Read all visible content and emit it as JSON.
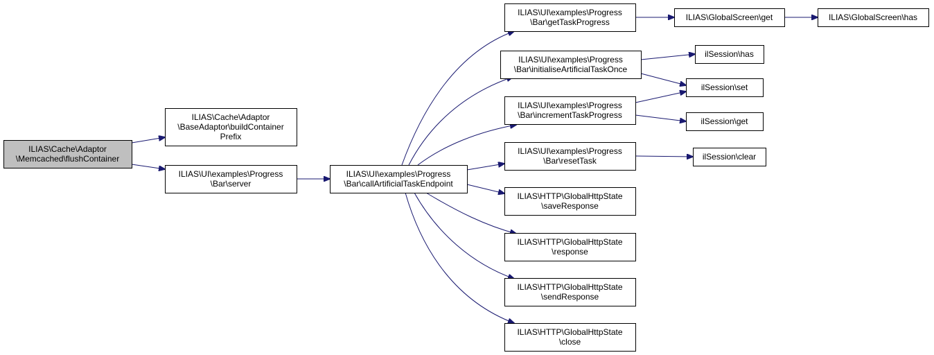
{
  "colors": {
    "edge": "#191970",
    "node_fill": "#ffffff",
    "root_fill": "#bfbfbf",
    "border": "#000000",
    "text": "#000000"
  },
  "nodes": [
    {
      "id": "n0",
      "lines": [
        "ILIAS\\Cache\\Adaptor",
        "\\Memcached\\flushContainer"
      ],
      "root": true
    },
    {
      "id": "n1",
      "lines": [
        "ILIAS\\Cache\\Adaptor",
        "\\BaseAdaptor\\buildContainer",
        "Prefix"
      ]
    },
    {
      "id": "n2",
      "lines": [
        "ILIAS\\UI\\examples\\Progress",
        "\\Bar\\server"
      ]
    },
    {
      "id": "n3",
      "lines": [
        "ILIAS\\UI\\examples\\Progress",
        "\\Bar\\callArtificialTaskEndpoint"
      ]
    },
    {
      "id": "n4",
      "lines": [
        "ILIAS\\UI\\examples\\Progress",
        "\\Bar\\getTaskProgress"
      ]
    },
    {
      "id": "n5",
      "lines": [
        "ILIAS\\UI\\examples\\Progress",
        "\\Bar\\initialiseArtificialTaskOnce"
      ]
    },
    {
      "id": "n6",
      "lines": [
        "ILIAS\\UI\\examples\\Progress",
        "\\Bar\\incrementTaskProgress"
      ]
    },
    {
      "id": "n7",
      "lines": [
        "ILIAS\\UI\\examples\\Progress",
        "\\Bar\\resetTask"
      ]
    },
    {
      "id": "n8",
      "lines": [
        "ILIAS\\HTTP\\GlobalHttpState",
        "\\saveResponse"
      ]
    },
    {
      "id": "n9",
      "lines": [
        "ILIAS\\HTTP\\GlobalHttpState",
        "\\response"
      ]
    },
    {
      "id": "n10",
      "lines": [
        "ILIAS\\HTTP\\GlobalHttpState",
        "\\sendResponse"
      ]
    },
    {
      "id": "n11",
      "lines": [
        "ILIAS\\HTTP\\GlobalHttpState",
        "\\close"
      ]
    },
    {
      "id": "n12",
      "lines": [
        "ILIAS\\GlobalScreen\\get"
      ]
    },
    {
      "id": "n13",
      "lines": [
        "ILIAS\\GlobalScreen\\has"
      ]
    },
    {
      "id": "n14",
      "lines": [
        "ilSession\\has"
      ]
    },
    {
      "id": "n15",
      "lines": [
        "ilSession\\set"
      ]
    },
    {
      "id": "n16",
      "lines": [
        "ilSession\\get"
      ]
    },
    {
      "id": "n17",
      "lines": [
        "ilSession\\clear"
      ]
    }
  ],
  "edges": [
    {
      "from": "n0",
      "to": "n1"
    },
    {
      "from": "n0",
      "to": "n2"
    },
    {
      "from": "n2",
      "to": "n3"
    },
    {
      "from": "n3",
      "to": "n4"
    },
    {
      "from": "n3",
      "to": "n5"
    },
    {
      "from": "n3",
      "to": "n6"
    },
    {
      "from": "n3",
      "to": "n7"
    },
    {
      "from": "n3",
      "to": "n8"
    },
    {
      "from": "n3",
      "to": "n9"
    },
    {
      "from": "n3",
      "to": "n10"
    },
    {
      "from": "n3",
      "to": "n11"
    },
    {
      "from": "n4",
      "to": "n12"
    },
    {
      "from": "n12",
      "to": "n13"
    },
    {
      "from": "n5",
      "to": "n14"
    },
    {
      "from": "n5",
      "to": "n15"
    },
    {
      "from": "n6",
      "to": "n15"
    },
    {
      "from": "n6",
      "to": "n16"
    },
    {
      "from": "n7",
      "to": "n17"
    }
  ]
}
